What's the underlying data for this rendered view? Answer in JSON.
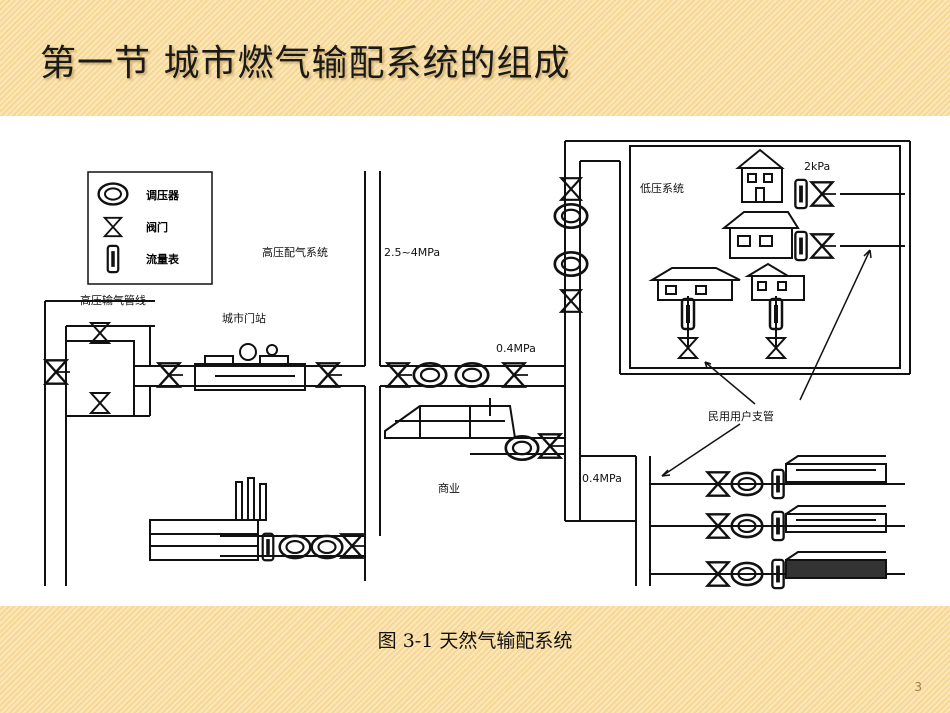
{
  "slide": {
    "title": "第一节   城市燃气输配系统的组成",
    "caption": "图 3-1 天然气输配系统",
    "page_number": "3",
    "accent_color": "#f7d796"
  },
  "diagram": {
    "legend": [
      {
        "icon": "pressure-regulator-icon",
        "label": "调压器"
      },
      {
        "icon": "valve-icon",
        "label": "阀门"
      },
      {
        "icon": "flow-meter-icon",
        "label": "流量表"
      }
    ],
    "labels": {
      "high_pressure_transmission": "高压输气管线",
      "city_gate_station": "城市门站",
      "high_pressure_distribution": "高压配气系统",
      "pressure_range": "2.5~4MPa",
      "mid_pressure_1": "0.4MPa",
      "mid_pressure_2": "0.4MPa",
      "low_pressure_system": "低压系统",
      "low_pressure_value": "2kPa",
      "residential_branch": "民用用户支管",
      "commercial": "商业"
    }
  }
}
